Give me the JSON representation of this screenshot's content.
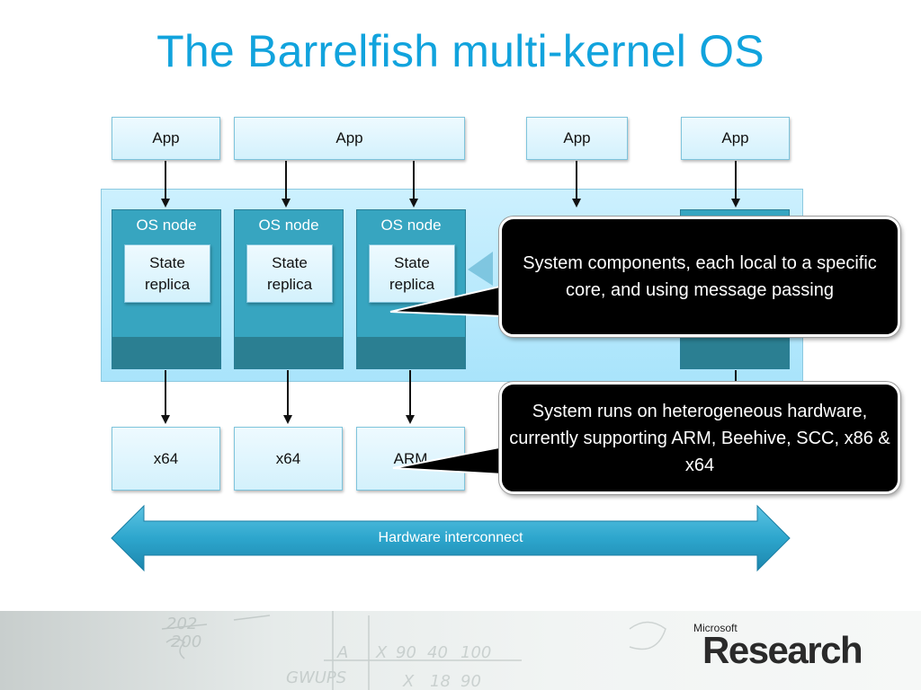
{
  "title": "The Barrelfish multi-kernel OS",
  "apps": [
    "App",
    "App",
    "App",
    "App"
  ],
  "os_nodes": [
    {
      "label": "OS node",
      "replica": "State\nreplica"
    },
    {
      "label": "OS node",
      "replica": "State\nreplica"
    },
    {
      "label": "OS node",
      "replica": "State\nreplica"
    }
  ],
  "cpus": [
    "x64",
    "x64",
    "ARM"
  ],
  "interconnect_label": "Hardware interconnect",
  "callouts": {
    "top": "System components, each local to a specific core, and using message passing",
    "bottom": "System runs on heterogeneous hardware, currently supporting ARM, Beehive, SCC, x86 & x64"
  },
  "logo": {
    "small": "Microsoft",
    "big": "Research"
  },
  "colors": {
    "title": "#11a3dd",
    "node": "#37a5c0",
    "node_foot": "#2b7f92",
    "arrow": "#2c9cc6"
  }
}
